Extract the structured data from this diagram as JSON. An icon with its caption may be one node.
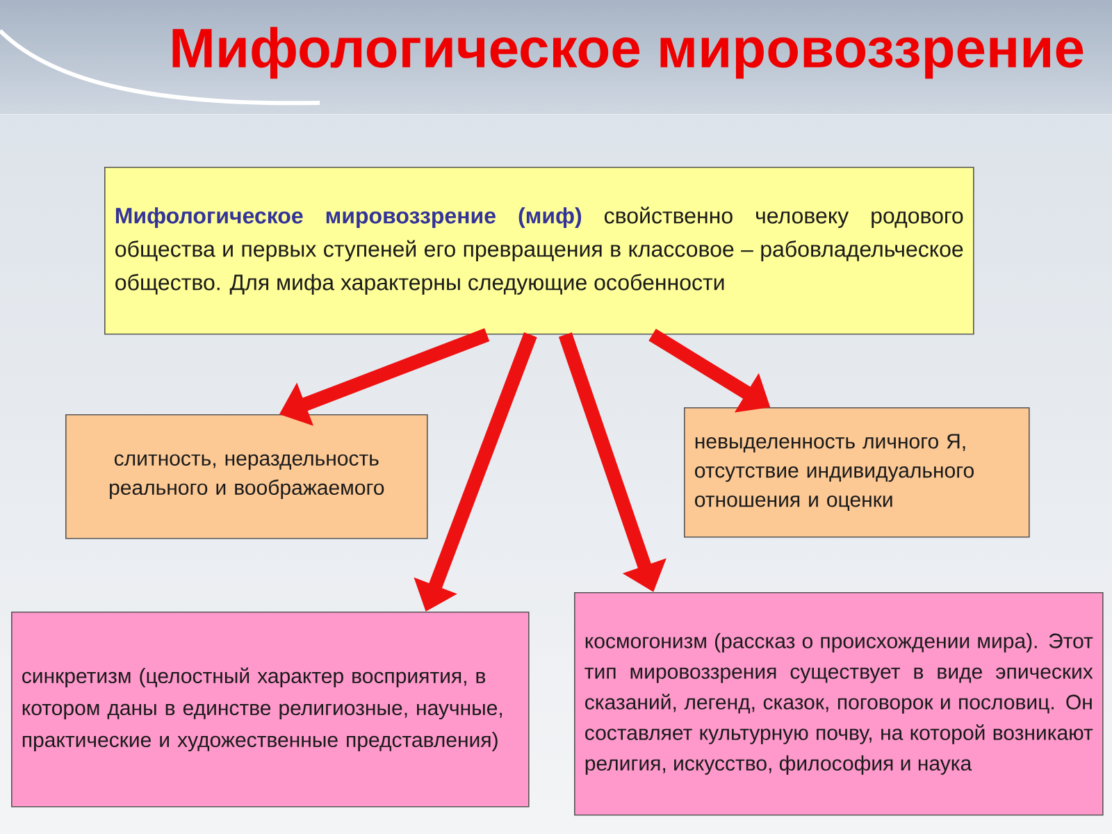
{
  "diagram": {
    "title": "Мифологическое мировоззрение",
    "nodes": [
      {
        "text": [
          "**Мифологическое мировоззрение (миф)** свойственно человеку родового общества и первых ступеней его превращения в классовое – рабовладельческое общество. Для мифа характерны следующие особенности"
        ]
      },
      {
        "text": [
          "слитность, нераздельность реального и воображаемого"
        ]
      },
      {
        "text": [
          "невыделенность личного Я, отсутствие индивидуального отношения и оценки"
        ]
      },
      {
        "text": [
          "синкретизм (целостный характер восприятия, в котором даны в единстве религиозные, научные, практические и художественные представления)"
        ]
      },
      {
        "text": [
          "космогонизм (рассказ о происхождении мира). Этот тип мировоззрения существует в виде эпических сказаний, легенд, сказок, поговорок и пословиц. Он составляет культурную почву, на которой возникают религия, искусство, философия и наука"
        ]
      }
    ],
    "edges": [
      {
        "from": 0,
        "to": 1,
        "arrow": "to"
      },
      {
        "from": 0,
        "to": 3,
        "arrow": "to"
      },
      {
        "from": 0,
        "to": 4,
        "arrow": "to"
      },
      {
        "from": 0,
        "to": 2,
        "arrow": "to"
      }
    ]
  }
}
